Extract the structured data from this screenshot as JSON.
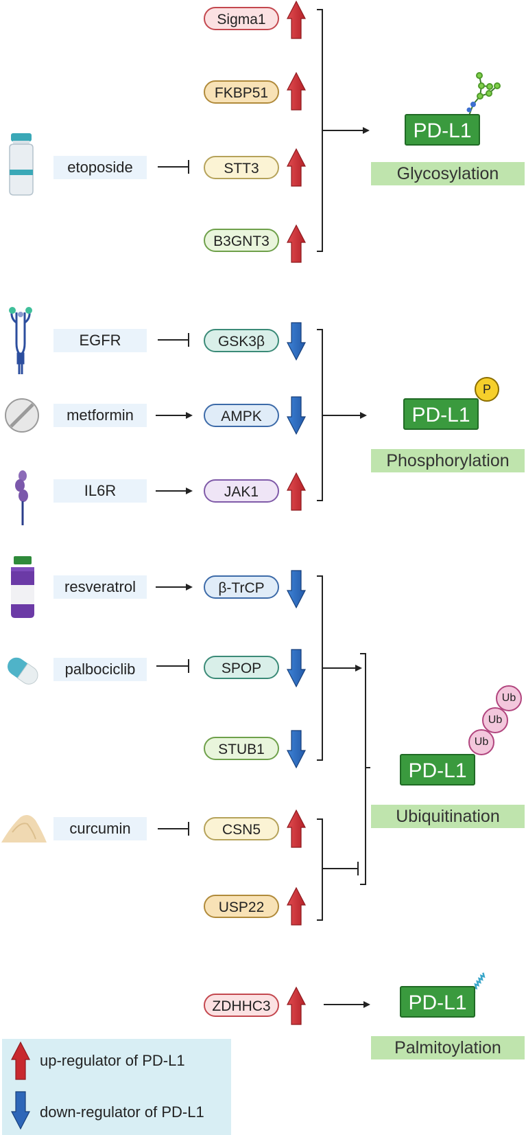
{
  "regulators": {
    "sigma1": "Sigma1",
    "fkbp51": "FKBP51",
    "stt3": "STT3",
    "b3gnt3": "B3GNT3",
    "gsk3b": "GSK3β",
    "ampk": "AMPK",
    "jak1": "JAK1",
    "btrcp": "β-TrCP",
    "spop": "SPOP",
    "stub1": "STUB1",
    "csn5": "CSN5",
    "usp22": "USP22",
    "zdhhc3": "ZDHHC3"
  },
  "drugs": {
    "etoposide": "etoposide",
    "egfr": "EGFR",
    "metformin": "metformin",
    "il6r": "IL6R",
    "resveratrol": "resveratrol",
    "palbociclib": "palbociclib",
    "curcumin": "curcumin"
  },
  "targets": {
    "pdl1_label": "PD-L1",
    "phospho_badge": "P",
    "ub_badge": "Ub"
  },
  "modifications": {
    "glycosylation": "Glycosylation",
    "phosphorylation": "Phosphorylation",
    "ubiquitination": "Ubiquitination",
    "palmitoylation": "Palmitoylation"
  },
  "legend": {
    "up": "up-regulator of PD-L1",
    "down": "down-regulator of PD-L1"
  },
  "colors": {
    "up_arrow": "#d0333a",
    "down_arrow": "#2f6fc4",
    "pdl1_green": "#3a9a3e",
    "modification_bg": "#bfe4ad",
    "drug_bg": "#eaf3fb",
    "legend_bg": "#d8eef4"
  }
}
